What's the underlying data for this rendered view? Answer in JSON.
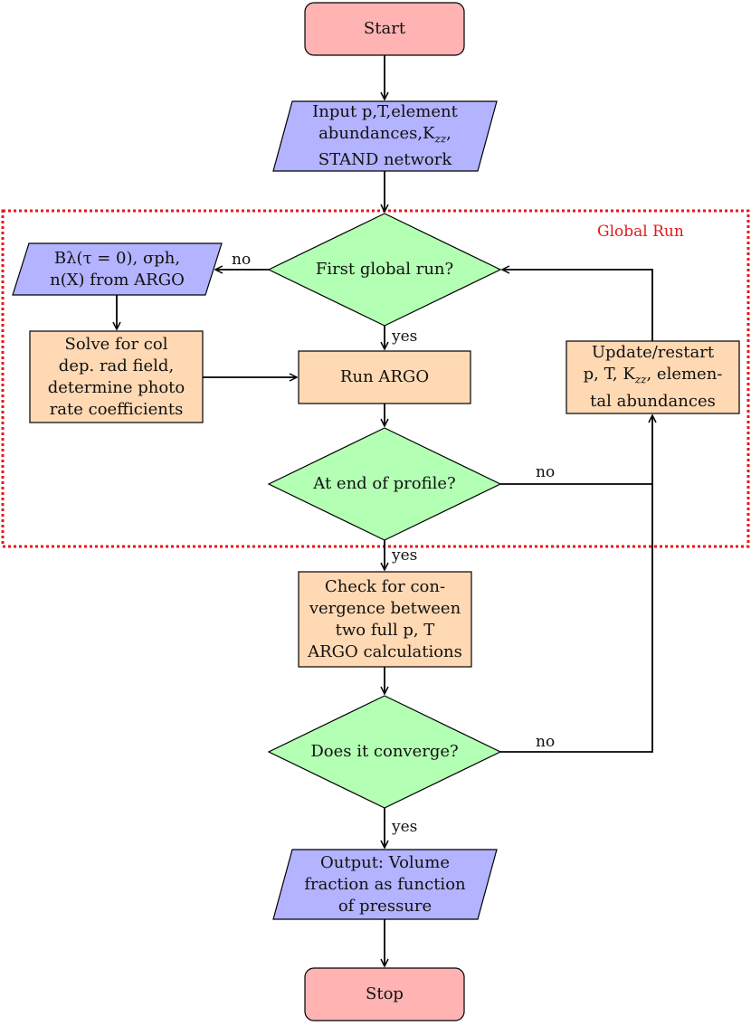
{
  "flowchart": {
    "region_label": "Global Run",
    "colors": {
      "terminal": "#ffb3b3",
      "io": "#b3b3ff",
      "decision": "#b3ffb3",
      "process": "#ffd9b3",
      "region_border": "#e41a1c"
    },
    "nodes": {
      "start": {
        "lines": [
          "Start"
        ]
      },
      "input": {
        "lines": [
          "Input p,T,element",
          "abundances,K",
          "STAND network"
        ]
      },
      "first_global_run": {
        "lines": [
          "First global run?"
        ]
      },
      "b_lambda": {
        "lines": [
          "Bλ(τ = 0), σph,",
          "n(X) from ARGO"
        ]
      },
      "solve_col": {
        "lines": [
          "Solve for col",
          "dep. rad field,",
          "determine photo",
          "rate coefficients"
        ]
      },
      "run_argo": {
        "lines": [
          "Run ARGO"
        ]
      },
      "update_restart": {
        "lines": [
          "Update/restart",
          "p, T, K",
          "tal abundances"
        ]
      },
      "end_of_profile": {
        "lines": [
          "At end of profile?"
        ]
      },
      "check_convergence": {
        "lines": [
          "Check for con-",
          "vergence between",
          "two full p, T",
          "ARGO calculations"
        ]
      },
      "does_it_converge": {
        "lines": [
          "Does it converge?"
        ]
      },
      "output": {
        "lines": [
          "Output: Volume",
          "fraction as function",
          "of pressure"
        ]
      },
      "stop": {
        "lines": [
          "Stop"
        ]
      }
    },
    "edge_labels": {
      "no_first": "no",
      "yes_first": "yes",
      "no_end": "no",
      "yes_end": "yes",
      "no_converge": "no",
      "yes_converge": "yes"
    }
  }
}
